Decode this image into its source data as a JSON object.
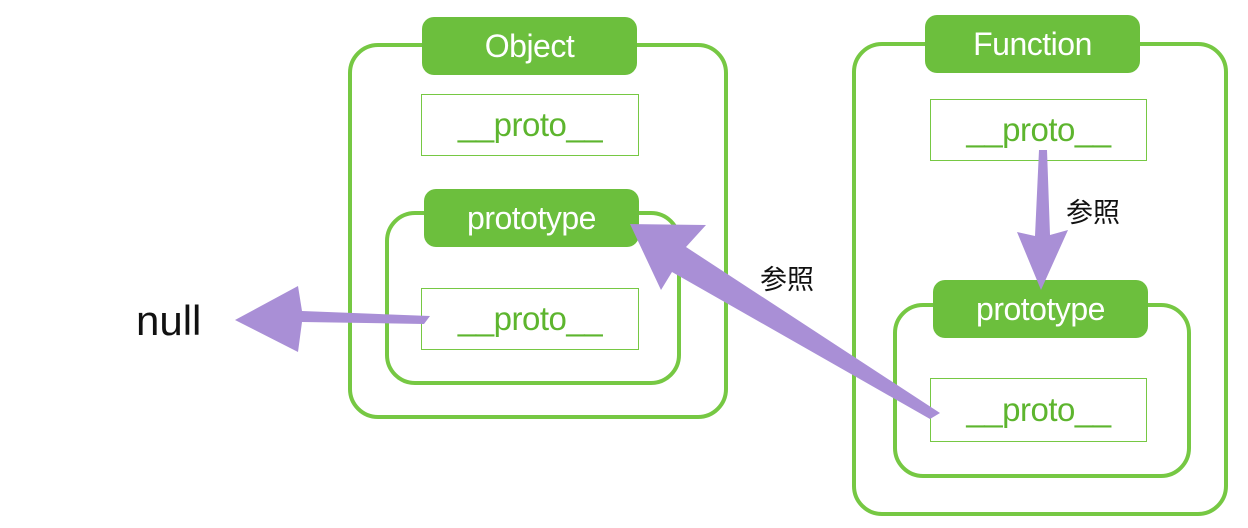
{
  "object": {
    "title": "Object",
    "proto": "__proto__",
    "prototype": {
      "title": "prototype",
      "proto": "__proto__"
    }
  },
  "function": {
    "title": "Function",
    "proto": "__proto__",
    "prototype": {
      "title": "prototype",
      "proto": "__proto__"
    }
  },
  "null_label": "null",
  "reference_label_1": "参照",
  "reference_label_2": "参照",
  "colors": {
    "box_border": "#76c843",
    "pill_fill": "#6cbf3d",
    "field_text": "#5db52e",
    "arrow": "#a98fd6"
  }
}
